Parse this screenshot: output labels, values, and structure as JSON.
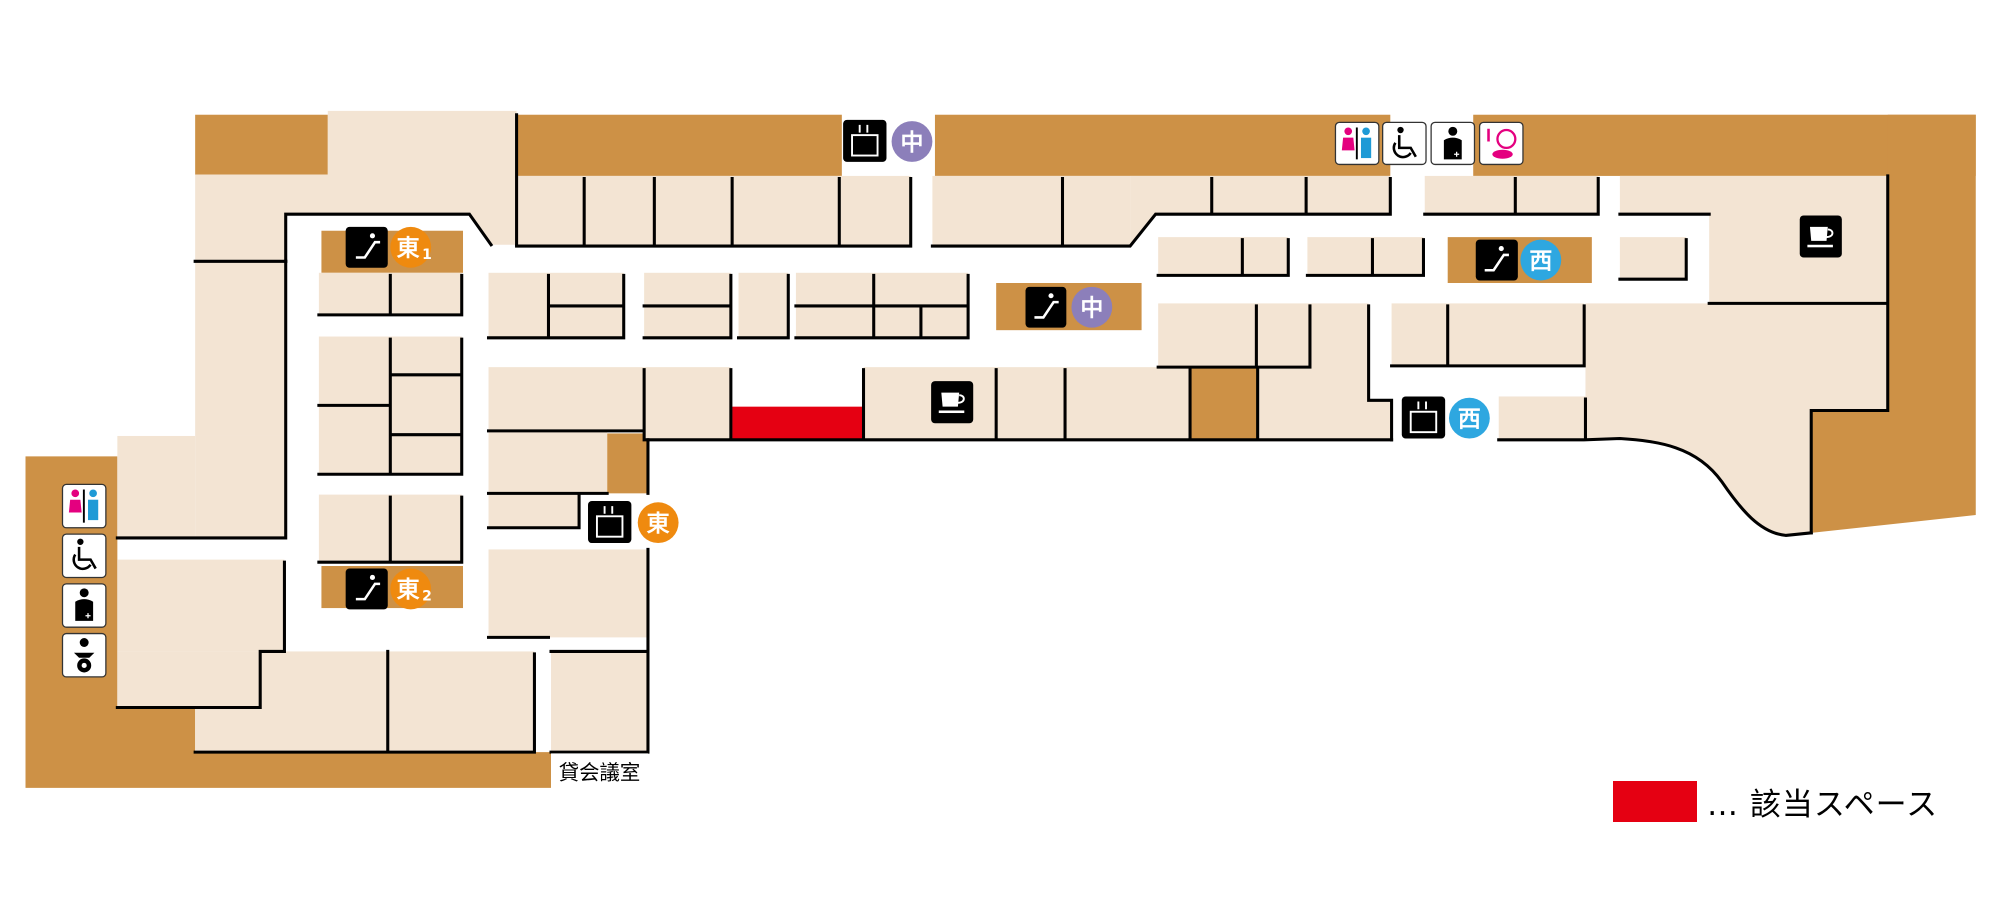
{
  "map": {
    "type": "floor-plan",
    "colors": {
      "backyard": "#cd9146",
      "shop": "#f3e4d3",
      "corridor": "#ffffff",
      "highlight": "#e50012",
      "east": "#ef8a0f",
      "center": "#8c7fba",
      "west": "#2ea7e0"
    },
    "labels": {
      "escalator_east1": "東",
      "escalator_east1_num": "1",
      "escalator_east2": "東",
      "escalator_east2_num": "2",
      "elevator_east": "東",
      "elevator_center": "中",
      "escalator_center": "中",
      "escalator_west": "西",
      "elevator_west": "西",
      "rental_room": "貸会議室"
    },
    "facilities": [
      {
        "name": "escalator",
        "zone": "東1"
      },
      {
        "name": "escalator",
        "zone": "東2"
      },
      {
        "name": "elevator",
        "zone": "東"
      },
      {
        "name": "elevator",
        "zone": "中"
      },
      {
        "name": "escalator",
        "zone": "中"
      },
      {
        "name": "escalator",
        "zone": "西"
      },
      {
        "name": "elevator",
        "zone": "西"
      },
      {
        "name": "restroom"
      },
      {
        "name": "accessible-restroom"
      },
      {
        "name": "ostomate"
      },
      {
        "name": "powder-room"
      },
      {
        "name": "baby-room"
      },
      {
        "name": "cafe"
      },
      {
        "name": "cafe"
      }
    ]
  },
  "legend": {
    "text": "… 該当スペース"
  }
}
